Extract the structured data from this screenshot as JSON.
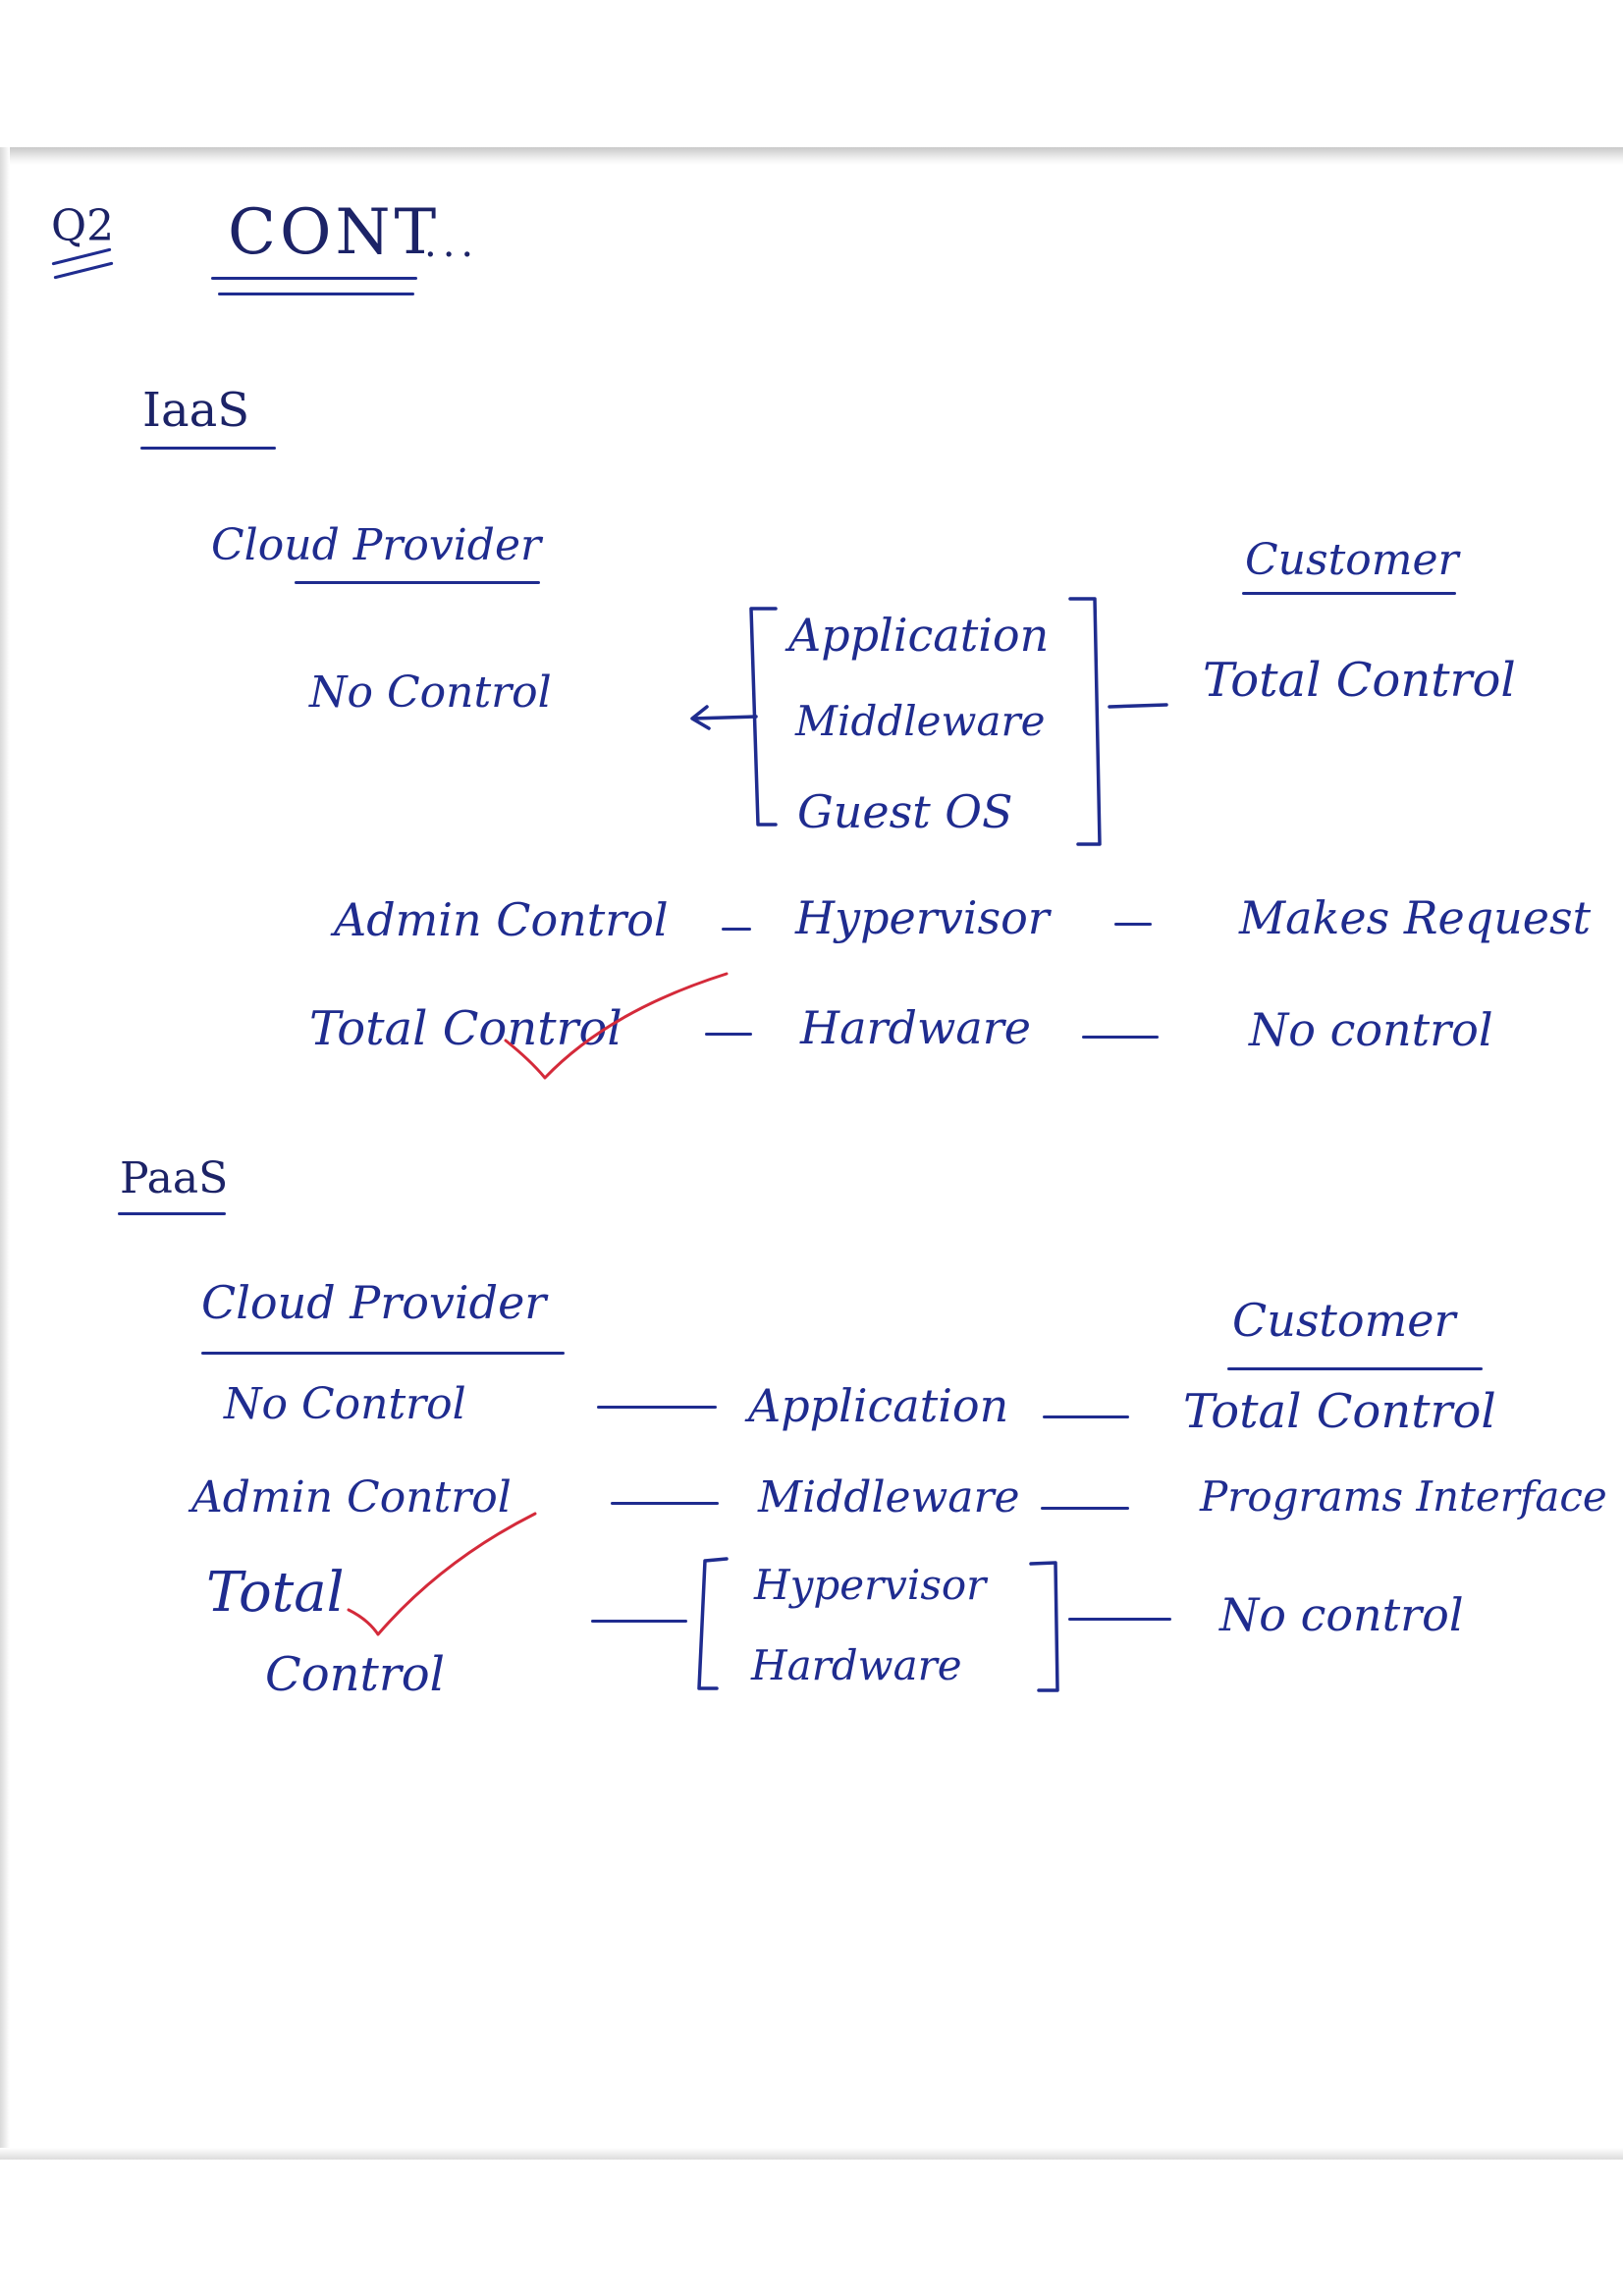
{
  "header": {
    "question": "Q2",
    "title": "CONT",
    "dots": "..."
  },
  "iaas": {
    "heading": "IaaS",
    "provider_heading": "Cloud Provider",
    "customer_heading": "Customer",
    "rows": [
      {
        "provider": "No Control",
        "layers": [
          "Application",
          "Middleware",
          "Guest OS"
        ],
        "customer": "Total Control"
      },
      {
        "provider": "Admin Control",
        "layer": "Hypervisor",
        "customer": "Makes Request"
      },
      {
        "provider": "Total Control",
        "layer": "Hardware",
        "customer": "No control"
      }
    ]
  },
  "paas": {
    "heading": "PaaS",
    "provider_heading": "Cloud Provider",
    "customer_heading": "Customer",
    "rows": [
      {
        "provider": "No Control",
        "layer": "Application",
        "customer": "Total Control"
      },
      {
        "provider": "Admin Control",
        "layer": "Middleware",
        "customer": "Programs Interface"
      },
      {
        "provider_line1": "Total",
        "provider_line2": "Control",
        "layers": [
          "Hypervisor",
          "Hardware"
        ],
        "customer": "No control"
      }
    ]
  },
  "colors": {
    "ink": "#1f2c8f",
    "check": "#d42a3a",
    "paper": "#ffffff"
  }
}
